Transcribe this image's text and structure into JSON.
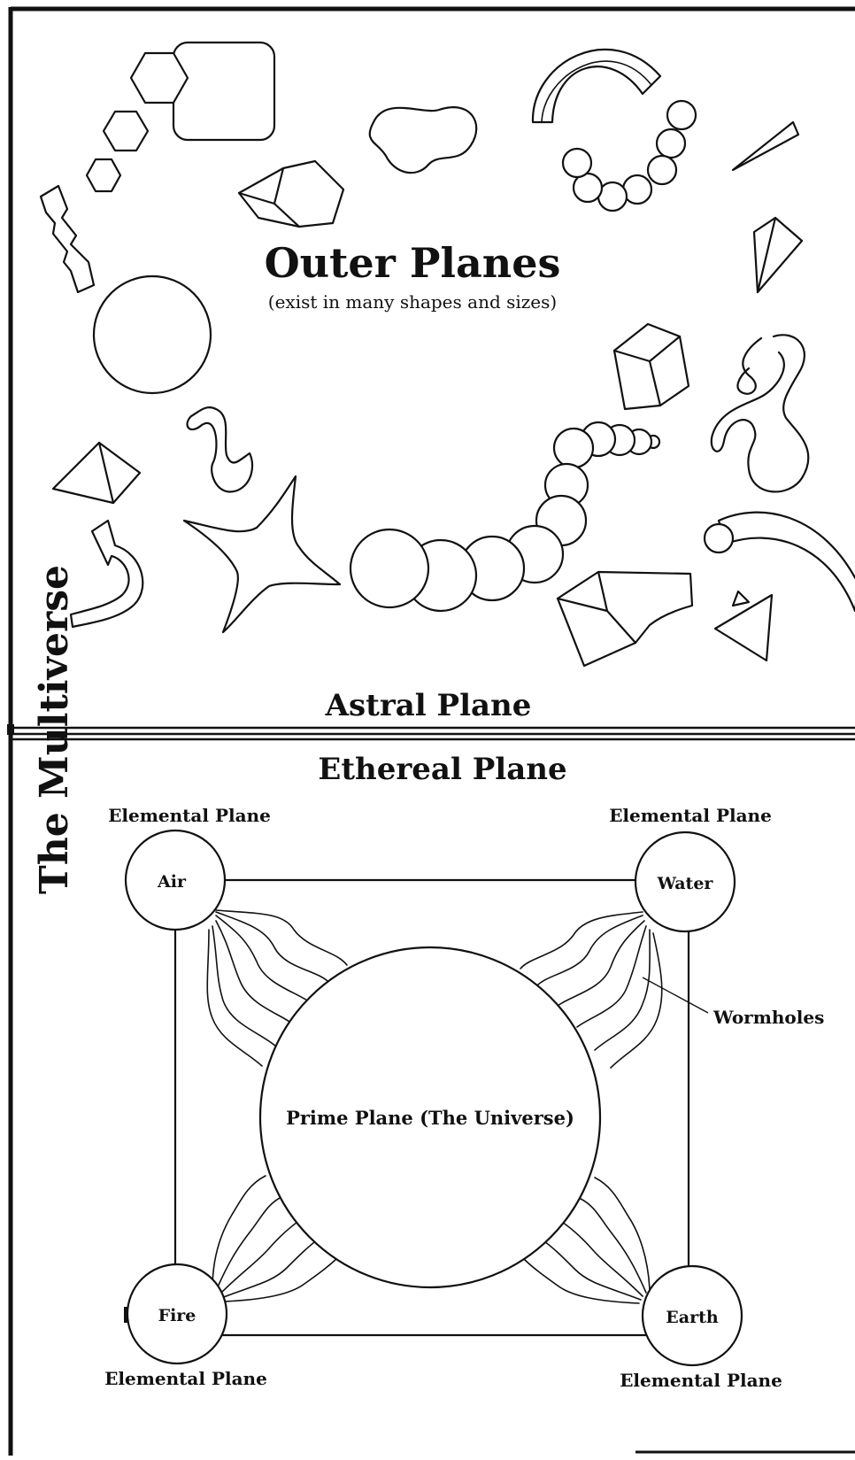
{
  "diagram": {
    "side_title": "The Multiverse",
    "outer": {
      "title": "Outer Planes",
      "subtitle": "(exist in many shapes and sizes)"
    },
    "astral_label": "Astral Plane",
    "ethereal_label": "Ethereal Plane",
    "prime_label": "Prime Plane (The Universe)",
    "wormholes_label": "Wormholes",
    "elemental": {
      "air": {
        "name": "Air",
        "caption": "Elemental Plane"
      },
      "water": {
        "name": "Water",
        "caption": "Elemental Plane"
      },
      "fire": {
        "name": "Fire",
        "caption": "Elemental Plane"
      },
      "earth": {
        "name": "Earth",
        "caption": "Elemental Plane"
      }
    },
    "colors": {
      "ink": "#111111",
      "paper": "#ffffff"
    }
  }
}
